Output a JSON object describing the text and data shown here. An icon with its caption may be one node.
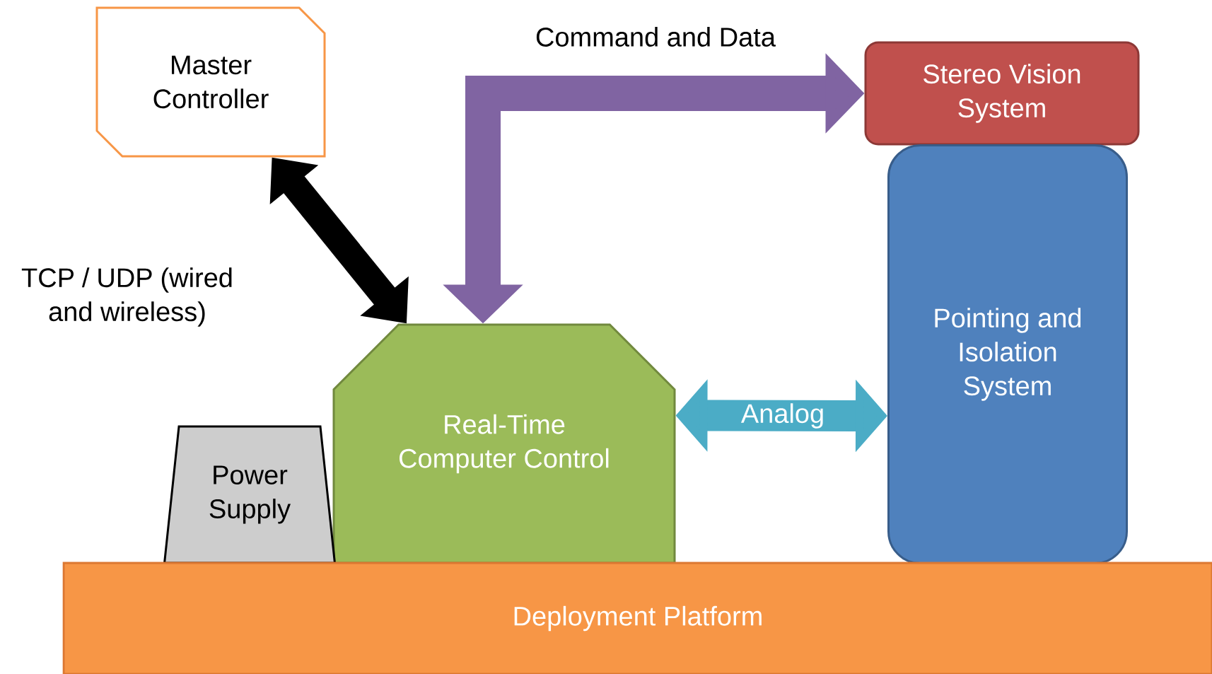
{
  "diagram": {
    "nodes": [
      {
        "text": [
          "Master Controller"
        ]
      },
      {
        "text": [
          "Stereo Vision System"
        ]
      },
      {
        "text": [
          "Pointing and Isolation System"
        ]
      },
      {
        "text": [
          "Real-Time Computer Control"
        ]
      },
      {
        "text": [
          "Power Supply"
        ]
      },
      {
        "text": [
          "Deployment Platform"
        ]
      }
    ],
    "edges": [
      {
        "from": 0,
        "to": 3,
        "arrow": "both",
        "label": "TCP / UDP (wired and wireless)",
        "color": "#000000"
      },
      {
        "from": 3,
        "to": 1,
        "arrow": "both",
        "label": "Command and Data",
        "color": "#8064a2"
      },
      {
        "from": 3,
        "to": 2,
        "arrow": "both",
        "label": "Analog",
        "color": "#4bacc6"
      }
    ]
  }
}
